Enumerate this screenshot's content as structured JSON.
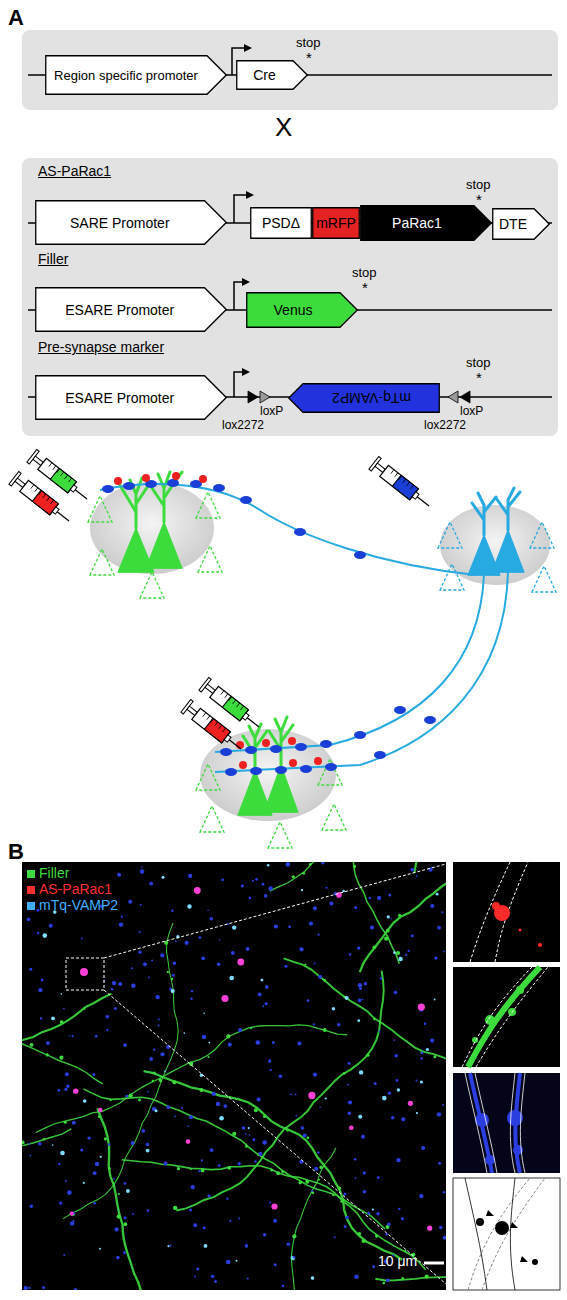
{
  "diagram": {
    "nodes": [
      {
        "text": [
          "Region specific promoter"
        ]
      },
      {
        "text": [
          "Cre"
        ]
      },
      {
        "text": [
          "SARE Promoter"
        ]
      },
      {
        "text": [
          "PSDΔ"
        ]
      },
      {
        "text": [
          "mRFP"
        ]
      },
      {
        "text": [
          "PaRac1"
        ]
      },
      {
        "text": [
          "DTE"
        ]
      },
      {
        "text": [
          "ESARE Promoter"
        ]
      },
      {
        "text": [
          "Venus"
        ]
      },
      {
        "text": [
          "ESARE Promoter"
        ]
      },
      {
        "text": [
          "mTq-VAMP2"
        ]
      }
    ],
    "labels": [
      "A",
      "stop",
      "*",
      "X",
      "AS-PaRac1",
      "stop",
      "*",
      "Filler",
      "stop",
      "*",
      "Pre-synapse marker",
      "loxP",
      "lox2272",
      "loxP",
      "lox2272",
      "stop",
      "*",
      "B",
      "10 μm"
    ],
    "legend": [
      {
        "text": "Filler",
        "color": "#3ddc3d"
      },
      {
        "text": "AS-PaRac1",
        "color": "#ff3030"
      },
      {
        "text": "mTq-VAMP2",
        "color": "#3fb0ff"
      }
    ]
  }
}
